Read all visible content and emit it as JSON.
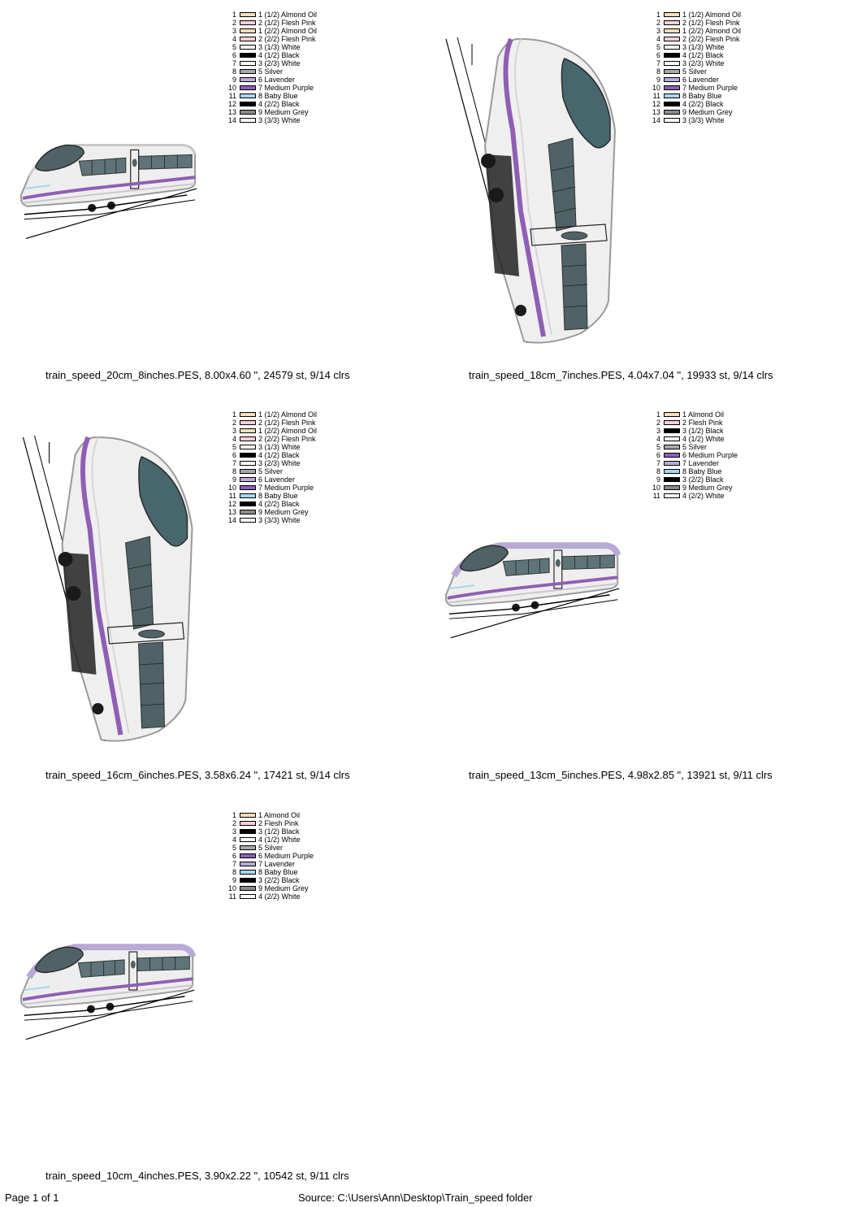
{
  "designs": [
    {
      "caption": "train_speed_20cm_8inches.PES, 8.00x4.60 \", 24579 st, 9/14 clrs",
      "orientation": "horizontal",
      "roof": "white",
      "colors": [
        {
          "num": "1",
          "label": "1 (1/2) Almond Oil",
          "color": "#F6DDBC"
        },
        {
          "num": "2",
          "label": "2 (1/2) Flesh Pink",
          "color": "#FAD0D6"
        },
        {
          "num": "3",
          "label": "1 (2/2) Almond Oil",
          "color": "#F6DDBC"
        },
        {
          "num": "4",
          "label": "2 (2/2) Flesh Pink",
          "color": "#FAD0D6"
        },
        {
          "num": "5",
          "label": "3 (1/3) White",
          "color": "#FFFFFF"
        },
        {
          "num": "6",
          "label": "4 (1/2) Black",
          "color": "#000000"
        },
        {
          "num": "7",
          "label": "3 (2/3) White",
          "color": "#FFFFFF"
        },
        {
          "num": "8",
          "label": "5 Silver",
          "color": "#A8A8A8"
        },
        {
          "num": "9",
          "label": "6 Lavender",
          "color": "#B9A9D6"
        },
        {
          "num": "10",
          "label": "7 Medium Purple",
          "color": "#8E5FB3"
        },
        {
          "num": "11",
          "label": "8 Baby Blue",
          "color": "#A6D8EA"
        },
        {
          "num": "12",
          "label": "4 (2/2) Black",
          "color": "#000000"
        },
        {
          "num": "13",
          "label": "9 Medium Grey",
          "color": "#8A8A8A"
        },
        {
          "num": "14",
          "label": "3 (3/3) White",
          "color": "#FFFFFF"
        }
      ]
    },
    {
      "caption": "train_speed_18cm_7inches.PES, 4.04x7.04 \", 19933 st, 9/14 clrs",
      "orientation": "vertical",
      "roof": "white",
      "colors": [
        {
          "num": "1",
          "label": "1 (1/2) Almond Oil",
          "color": "#F6DDBC"
        },
        {
          "num": "2",
          "label": "2 (1/2) Flesh Pink",
          "color": "#FAD0D6"
        },
        {
          "num": "3",
          "label": "1 (2/2) Almond Oil",
          "color": "#F6DDBC"
        },
        {
          "num": "4",
          "label": "2 (2/2) Flesh Pink",
          "color": "#FAD0D6"
        },
        {
          "num": "5",
          "label": "3 (1/3) White",
          "color": "#FFFFFF"
        },
        {
          "num": "6",
          "label": "4 (1/2) Black",
          "color": "#000000"
        },
        {
          "num": "7",
          "label": "3 (2/3) White",
          "color": "#FFFFFF"
        },
        {
          "num": "8",
          "label": "5 Silver",
          "color": "#A8A8A8"
        },
        {
          "num": "9",
          "label": "6 Lavender",
          "color": "#B9A9D6"
        },
        {
          "num": "10",
          "label": "7 Medium Purple",
          "color": "#8E5FB3"
        },
        {
          "num": "11",
          "label": "8 Baby Blue",
          "color": "#A6D8EA"
        },
        {
          "num": "12",
          "label": "4 (2/2) Black",
          "color": "#000000"
        },
        {
          "num": "13",
          "label": "9 Medium Grey",
          "color": "#8A8A8A"
        },
        {
          "num": "14",
          "label": "3 (3/3) White",
          "color": "#FFFFFF"
        }
      ]
    },
    {
      "caption": "train_speed_16cm_6inches.PES, 3.58x6.24 \", 17421 st, 9/14 clrs",
      "orientation": "vertical",
      "roof": "white",
      "colors": [
        {
          "num": "1",
          "label": "1 (1/2) Almond Oil",
          "color": "#F6DDBC"
        },
        {
          "num": "2",
          "label": "2 (1/2) Flesh Pink",
          "color": "#FAD0D6"
        },
        {
          "num": "3",
          "label": "1 (2/2) Almond Oil",
          "color": "#F6DDBC"
        },
        {
          "num": "4",
          "label": "2 (2/2) Flesh Pink",
          "color": "#FAD0D6"
        },
        {
          "num": "5",
          "label": "3 (1/3) White",
          "color": "#FFFFFF"
        },
        {
          "num": "6",
          "label": "4 (1/2) Black",
          "color": "#000000"
        },
        {
          "num": "7",
          "label": "3 (2/3) White",
          "color": "#FFFFFF"
        },
        {
          "num": "8",
          "label": "5 Silver",
          "color": "#A8A8A8"
        },
        {
          "num": "9",
          "label": "6 Lavender",
          "color": "#B9A9D6"
        },
        {
          "num": "10",
          "label": "7 Medium Purple",
          "color": "#8E5FB3"
        },
        {
          "num": "11",
          "label": "8 Baby Blue",
          "color": "#A6D8EA"
        },
        {
          "num": "12",
          "label": "4 (2/2) Black",
          "color": "#000000"
        },
        {
          "num": "13",
          "label": "9 Medium Grey",
          "color": "#8A8A8A"
        },
        {
          "num": "14",
          "label": "3 (3/3) White",
          "color": "#FFFFFF"
        }
      ]
    },
    {
      "caption": "train_speed_13cm_5inches.PES, 4.98x2.85 \", 13921 st, 9/11 clrs",
      "orientation": "horizontal",
      "roof": "lavender",
      "colors": [
        {
          "num": "1",
          "label": "1 Almond Oil",
          "color": "#F6DDBC"
        },
        {
          "num": "2",
          "label": "2 Flesh Pink",
          "color": "#FAD0D6"
        },
        {
          "num": "3",
          "label": "3 (1/2) Black",
          "color": "#000000"
        },
        {
          "num": "4",
          "label": "4 (1/2) White",
          "color": "#FFFFFF"
        },
        {
          "num": "5",
          "label": "5 Silver",
          "color": "#A8A8A8"
        },
        {
          "num": "6",
          "label": "6 Medium Purple",
          "color": "#8E5FB3"
        },
        {
          "num": "7",
          "label": "7 Lavender",
          "color": "#B9A9D6"
        },
        {
          "num": "8",
          "label": "8 Baby Blue",
          "color": "#A6D8EA"
        },
        {
          "num": "9",
          "label": "3 (2/2) Black",
          "color": "#000000"
        },
        {
          "num": "10",
          "label": "9 Medium Grey",
          "color": "#8A8A8A"
        },
        {
          "num": "11",
          "label": "4 (2/2) White",
          "color": "#FFFFFF"
        }
      ]
    },
    {
      "caption": "train_speed_10cm_4inches.PES, 3.90x2.22 \", 10542 st, 9/11 clrs",
      "orientation": "horizontal",
      "roof": "lavender",
      "colors": [
        {
          "num": "1",
          "label": "1 Almond Oil",
          "color": "#F6DDBC"
        },
        {
          "num": "2",
          "label": "2 Flesh Pink",
          "color": "#FAD0D6"
        },
        {
          "num": "3",
          "label": "3 (1/2) Black",
          "color": "#000000"
        },
        {
          "num": "4",
          "label": "4 (1/2) White",
          "color": "#FFFFFF"
        },
        {
          "num": "5",
          "label": "5 Silver",
          "color": "#A8A8A8"
        },
        {
          "num": "6",
          "label": "6 Medium Purple",
          "color": "#8E5FB3"
        },
        {
          "num": "7",
          "label": "7 Lavender",
          "color": "#B9A9D6"
        },
        {
          "num": "8",
          "label": "8 Baby Blue",
          "color": "#A6D8EA"
        },
        {
          "num": "9",
          "label": "3 (2/2) Black",
          "color": "#000000"
        },
        {
          "num": "10",
          "label": "9 Medium Grey",
          "color": "#8A8A8A"
        },
        {
          "num": "11",
          "label": "4 (2/2) White",
          "color": "#FFFFFF"
        }
      ]
    }
  ],
  "footer": {
    "page": "Page 1 of 1",
    "source": "Source: C:\\Users\\Ann\\Desktop\\Train_speed folder"
  }
}
